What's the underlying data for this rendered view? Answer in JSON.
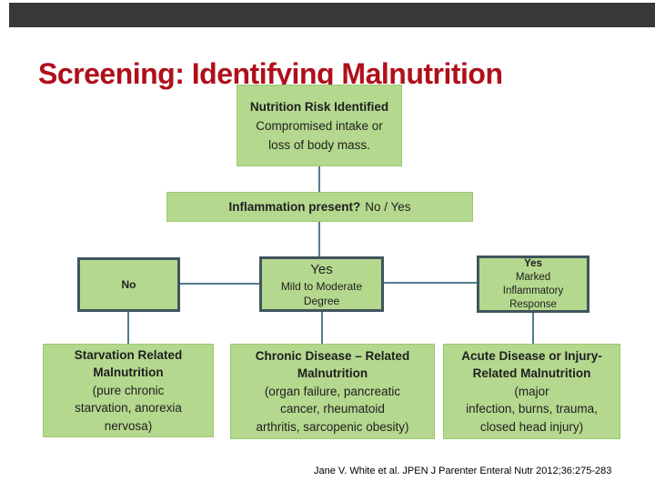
{
  "slide": {
    "title": "Screening: Identifying Malnutrition",
    "citation": "Jane V. White et al. JPEN J Parenter Enteral Nutr 2012;36:275-283"
  },
  "colors": {
    "top_bar": "#38383a",
    "title": "#b00f1a",
    "box_fill": "#b4d88e",
    "box_border_light": "#9cc973",
    "box_border_dark": "#41545e",
    "connector": "#527c8e"
  },
  "flowchart": {
    "nodes": {
      "risk": {
        "title": "Nutrition Risk Identified",
        "body": "Compromised  intake or\nloss of body mass."
      },
      "inflammation": {
        "question": "Inflammation present?",
        "answer": "No / Yes"
      },
      "no": {
        "title": "No"
      },
      "yes_mild": {
        "title": "Yes",
        "body": "Mild to Moderate\nDegree"
      },
      "yes_marked": {
        "title": "Yes",
        "body": "Marked\nInflammatory\nResponse"
      },
      "starvation": {
        "title": "Starvation Related\nMalnutrition",
        "body": "(pure chronic\nstarvation, anorexia\nnervosa)"
      },
      "chronic": {
        "title": "Chronic Disease – Related\nMalnutrition",
        "body": "(organ failure, pancreatic\ncancer, rheumatoid\narthritis, sarcopenic obesity)"
      },
      "acute": {
        "title": "Acute Disease or Injury-\nRelated Malnutrition",
        "body": "(major\ninfection, burns, trauma,\nclosed head injury)"
      }
    }
  }
}
